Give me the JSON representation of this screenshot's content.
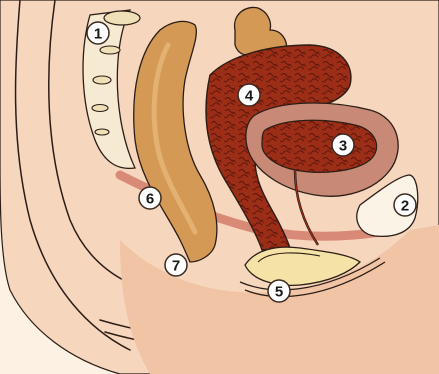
{
  "labels": [
    {
      "id": "1",
      "text": "1"
    },
    {
      "id": "2",
      "text": "2"
    },
    {
      "id": "3",
      "text": "3"
    },
    {
      "id": "4",
      "text": "4"
    },
    {
      "id": "5",
      "text": "5"
    },
    {
      "id": "6",
      "text": "6"
    },
    {
      "id": "7",
      "text": "7"
    }
  ],
  "colors": {
    "background": "#fdf1e3",
    "skin_light": "#f6d6bd",
    "skin_mid": "#f0c4a4",
    "skin_dark": "#e9b190",
    "rectum": "#d49a55",
    "rectum_light": "#e6b778",
    "uterus": "#9c2e17",
    "uterus_detail": "#5a140a",
    "ovary_shell": "#c88a76",
    "muscle_band": "#d98a76",
    "bladder": "#fbf4e6",
    "vulva": "#f4e2a6",
    "outline": "#2b1d16"
  }
}
